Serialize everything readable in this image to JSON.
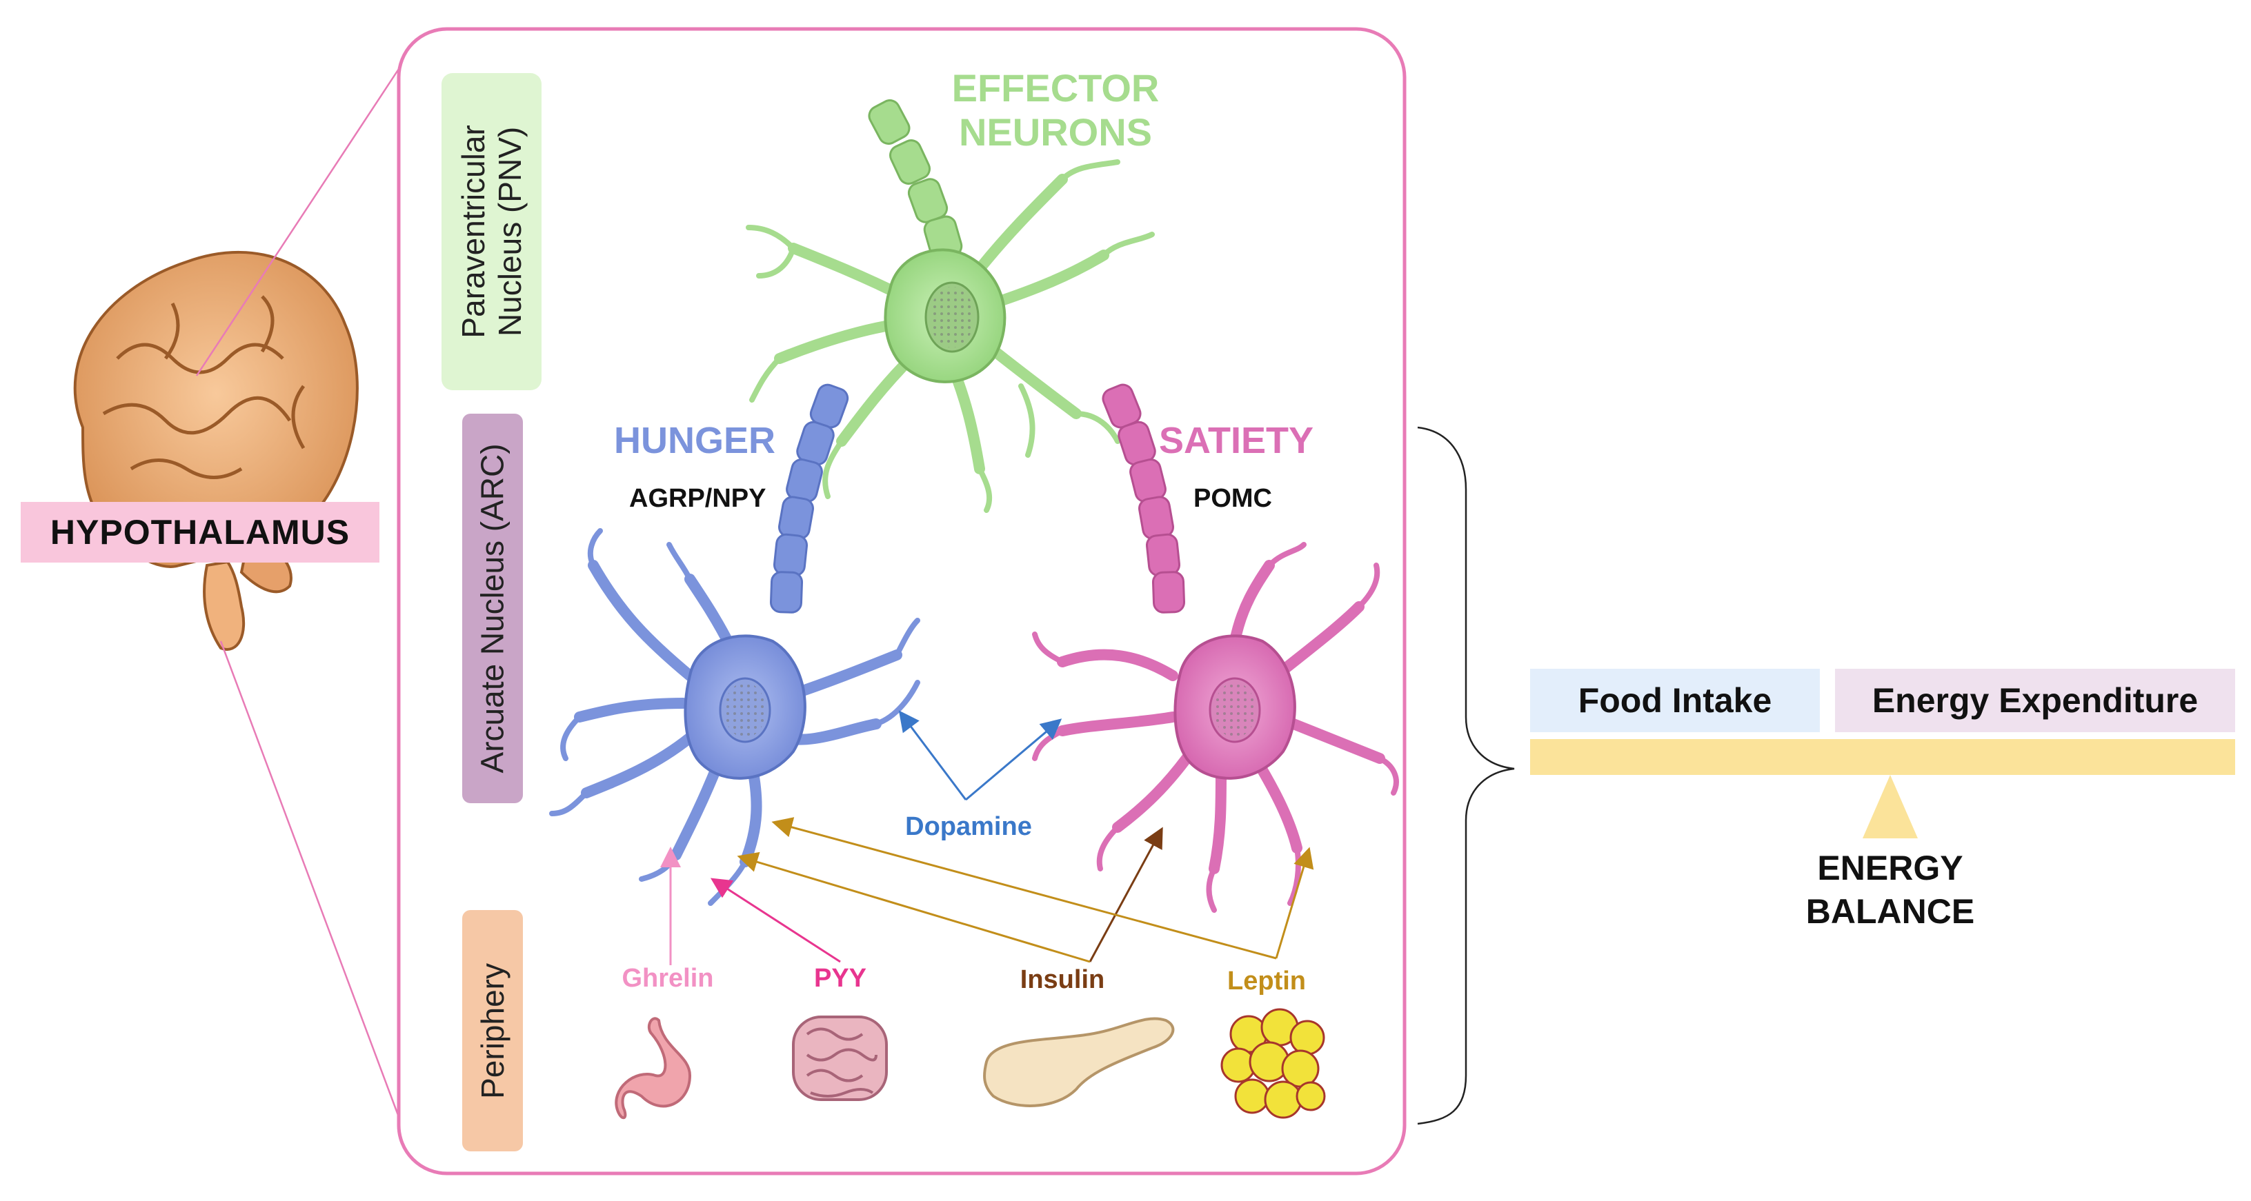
{
  "hypothalamus": {
    "label": "HYPOTHALAMUS"
  },
  "regions": {
    "pnv": "Paraventricular\nNucleus (PNV)",
    "arc": "Arcuate Nucleus (ARC)",
    "periphery": "Periphery"
  },
  "neurons": {
    "effector": {
      "line1": "EFFECTOR",
      "line2": "NEURONS"
    },
    "hunger": {
      "title": "HUNGER",
      "marker": "AGRP/NPY"
    },
    "satiety": {
      "title": "SATIETY",
      "marker": "POMC"
    }
  },
  "signals": {
    "dopamine": "Dopamine",
    "ghrelin": "Ghrelin",
    "pyy": "PYY",
    "insulin": "Insulin",
    "leptin": "Leptin"
  },
  "balance": {
    "left": "Food Intake",
    "right": "Energy Expenditure",
    "caption_line1": "ENERGY",
    "caption_line2": "BALANCE"
  },
  "colors": {
    "effector": "#a6dc8e",
    "hunger": "#7b93dc",
    "satiety": "#db6fb5",
    "frame": "#e87bb6",
    "ghrelin": "#f291c4",
    "pyy": "#e8358f",
    "insulin": "#7a3d14",
    "leptin": "#c28e1a",
    "dopamine": "#3a78c9",
    "beam": "#fbe39a"
  }
}
